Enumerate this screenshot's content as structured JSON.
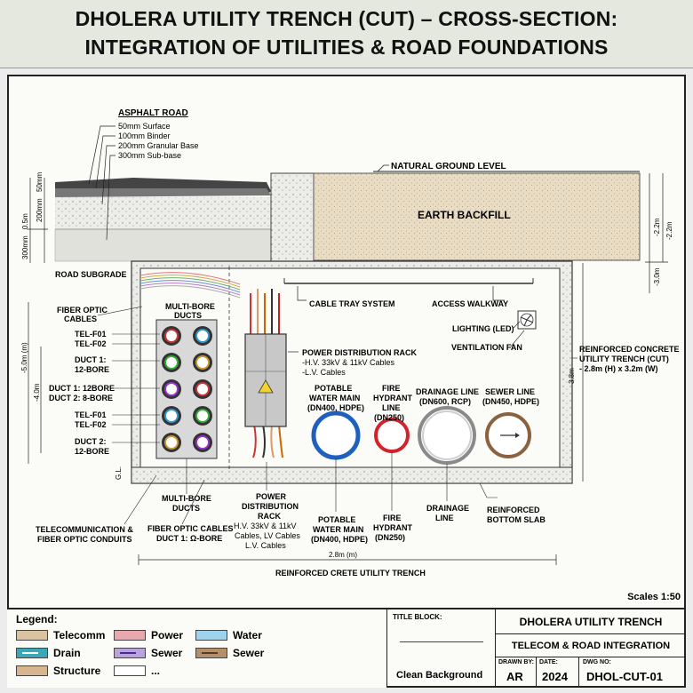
{
  "title": {
    "line1": "DHOLERA UTILITY TRENCH (CUT) – CROSS-SECTION:",
    "line2": "INTEGRATION OF UTILITIES & ROAD FOUNDATIONS"
  },
  "road": {
    "heading": "ASPHALT ROAD",
    "layers": [
      "50mm Surface",
      "100mm Binder",
      "200mm Granular Base",
      "300mm Sub-base"
    ],
    "subgrade": "ROAD SUBGRADE",
    "dims": {
      "d50": "50mm",
      "d200": "200mm",
      "d05": "0.5m",
      "d300": "300mm"
    }
  },
  "ground": {
    "natural": "NATURAL GROUND LEVEL",
    "backfill": "EARTH BACKFILL",
    "dims": {
      "a": "-2.2m",
      "b": "-2.2m",
      "c": "-3.0m"
    }
  },
  "left_labels": {
    "fiber_optic": "FIBER OPTIC",
    "cables": "CABLES",
    "multibore": "MULTI-BORE",
    "ducts": "DUCTS",
    "telf01a": "TEL-F01",
    "telf02a": "TEL-F02",
    "duct1a": "DUCT 1:",
    "bore12a": "12-BORE",
    "duct1b": "DUCT 1: 12BORE",
    "duct2b": "DUCT 2: 8-BORE",
    "telf01b": "TEL-F01",
    "telf02b": "TEL-F02",
    "duct2c": "DUCT 2:",
    "bore12c": "12-BORE",
    "dim5": "-5.0m (m)",
    "dim4": "-4.0m",
    "gl": "G.L."
  },
  "trench": {
    "cable_tray": "CABLE TRAY SYSTEM",
    "walkway": "ACCESS WALKWAY",
    "lighting": "LIGHTING (LED)",
    "fan": "VENTILATION FAN",
    "rc1": "REINFORCED CONCRETE",
    "rc2": "UTILITY TRENCH (CUT)",
    "rc3": "- 2.8m (H) x 3.2m (W)",
    "dim38": "3.8m",
    "rack1": "POWER DISTRIBUTION RACK",
    "rack2": "-H.V. 33kV & 11kV Cables",
    "rack3": "-L.V. Cables",
    "water1": "POTABLE",
    "water2": "WATER MAIN",
    "water3": "(DN400, HDPE)",
    "fire1": "FIRE",
    "fire2": "HYDRANT",
    "fire3": "LINE",
    "fire4": "(DN250)",
    "drain1": "DRAINAGE LINE",
    "drain2": "(DN600, RCP)",
    "sewer1": "SEWER LINE",
    "sewer2": "(DN450, HDPE)"
  },
  "bottom_labels": {
    "mb1": "MULTI-BORE",
    "mb2": "DUCTS",
    "tel1": "TELECOMMUNICATION &",
    "tel2": "FIBER OPTIC CONDUITS",
    "foc1": "FIBER OPTIC CABLES",
    "foc2": "DUCT 1: Ω-BORE",
    "pd1": "POWER",
    "pd2": "DISTRIBUTION",
    "pd3": "RACK",
    "pd4": "H.V. 33kV & 11kV",
    "pd5": "Cables, LV Cables",
    "pd6": "L.V. Cables",
    "pw1": "POTABLE",
    "pw2": "WATER MAIN",
    "pw3": "(DN400, HDPE)",
    "fh1": "FIRE",
    "fh2": "HYDRANT",
    "fh3": "(DN250)",
    "dl1": "DRAINAGE",
    "dl2": "LINE",
    "rb1": "REINFORCED",
    "rb2": "BOTTOM SLAB",
    "width": "2.8m (m)",
    "trench_name": "REINFORCED CRETE UTILITY TRENCH"
  },
  "scales": "Scales 1:50",
  "legend": {
    "title": "Legend:",
    "items": [
      {
        "label": "Telecomm",
        "color": "#dcc3a0"
      },
      {
        "label": "Power",
        "color": "#e9a7ae"
      },
      {
        "label": "Water",
        "color": "#9fd2ec"
      },
      {
        "label": "Drain",
        "color": "#3aa7b7"
      },
      {
        "label": "Sewer",
        "color": "#b9a3dc"
      },
      {
        "label": "Sewer",
        "color": "#b48f6c"
      },
      {
        "label": "Structure",
        "color": "#d7b58f"
      },
      {
        "label": "...",
        "color": "#ffffff"
      }
    ]
  },
  "title_block": {
    "label": "TITLE BLOCK:",
    "clean": "Clean Background",
    "name1": "DHOLERA UTILITY TRENCH",
    "name2": "TELECOM & ROAD INTEGRATION",
    "drawn_by_label": "DRAWN BY:",
    "drawn_by": "AR",
    "date_label": "DATE:",
    "date": "2024",
    "dwg_label": "DWG NO:",
    "dwg": "DHOL-CUT-01"
  },
  "colors": {
    "concrete": "#e6e6e2",
    "earth": "#e9dcc3",
    "asphalt": "#5a5a5a",
    "water_ring": "#1f5fbf",
    "fire_ring": "#d2232a",
    "drain_ring": "#8a8a8a",
    "sewer_ring": "#8a6240"
  }
}
